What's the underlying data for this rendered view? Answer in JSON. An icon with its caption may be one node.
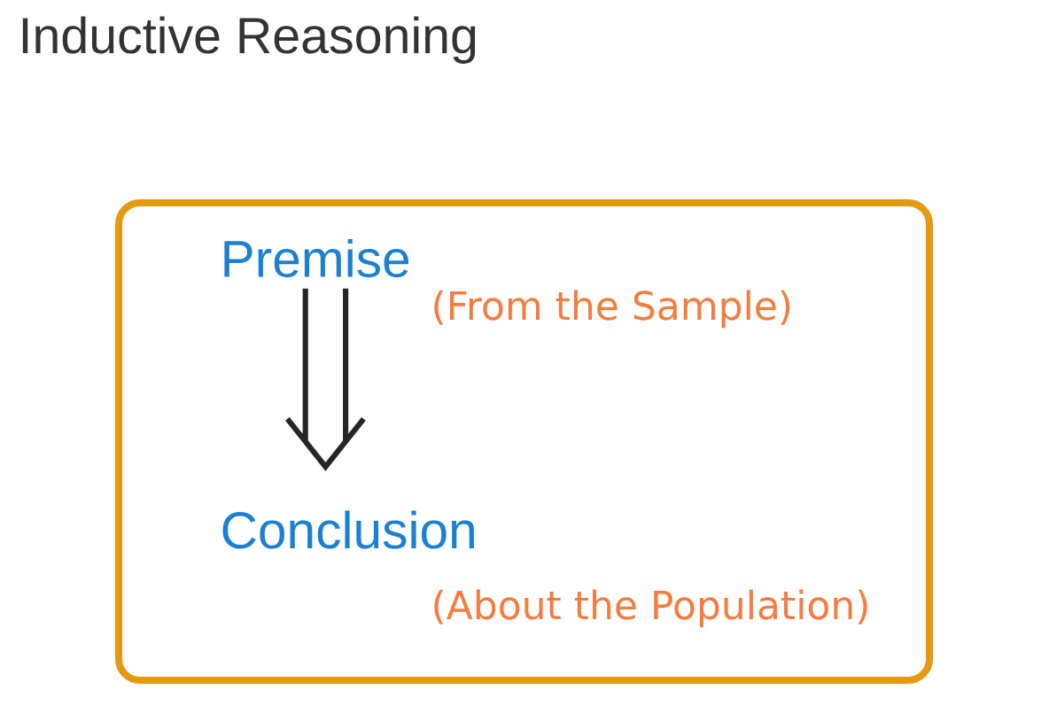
{
  "diagram": {
    "title": "Inductive Reasoning",
    "nodes": [
      {
        "text": [],
        "shape": "box"
      },
      {
        "text": [
          "Premise"
        ],
        "beside": [
          "(From the Sample)"
        ],
        "in": 0
      },
      {
        "text": [
          "Conclusion"
        ],
        "beside": [
          "(About the Population)"
        ],
        "in": 0
      }
    ],
    "edges": [
      {
        "from": 1,
        "to": 2,
        "arrow": "to"
      }
    ]
  }
}
